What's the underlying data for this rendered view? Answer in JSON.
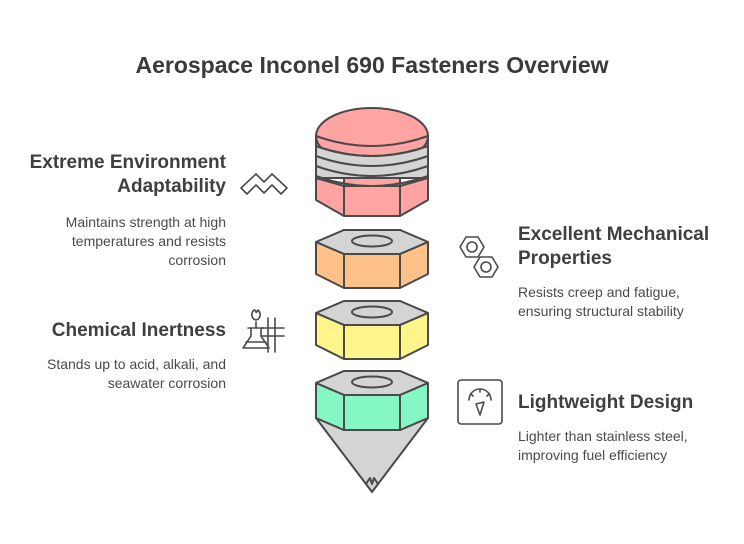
{
  "title": "Aerospace Inconel 690 Fasteners Overview",
  "features": {
    "extreme": {
      "title_line1": "Extreme Environment",
      "title_line2": "Adaptability",
      "desc_line1": "Maintains strength at high",
      "desc_line2": "temperatures and resists",
      "desc_line3": "corrosion",
      "icon": "mountains-icon"
    },
    "mechanical": {
      "title_line1": "Excellent Mechanical",
      "title_line2": "Properties",
      "desc_line1": "Resists creep and fatigue,",
      "desc_line2": "ensuring structural stability",
      "icon": "hex-nuts-icon"
    },
    "chemical": {
      "title": "Chemical Inertness",
      "desc_line1": "Stands up to acid, alkali, and",
      "desc_line2": "seawater corrosion",
      "icon": "chemistry-icon"
    },
    "lightweight": {
      "title": "Lightweight Design",
      "desc_line1": "Lighter than stainless steel,",
      "desc_line2": "improving fuel efficiency",
      "icon": "scale-icon"
    }
  },
  "colors": {
    "head": "#ffa3a3",
    "nut_orange": "#ffc18a",
    "nut_yellow": "#fff58a",
    "nut_green": "#84f7c4",
    "steel": "#d4d4d4",
    "outline": "#4a4a4a"
  }
}
